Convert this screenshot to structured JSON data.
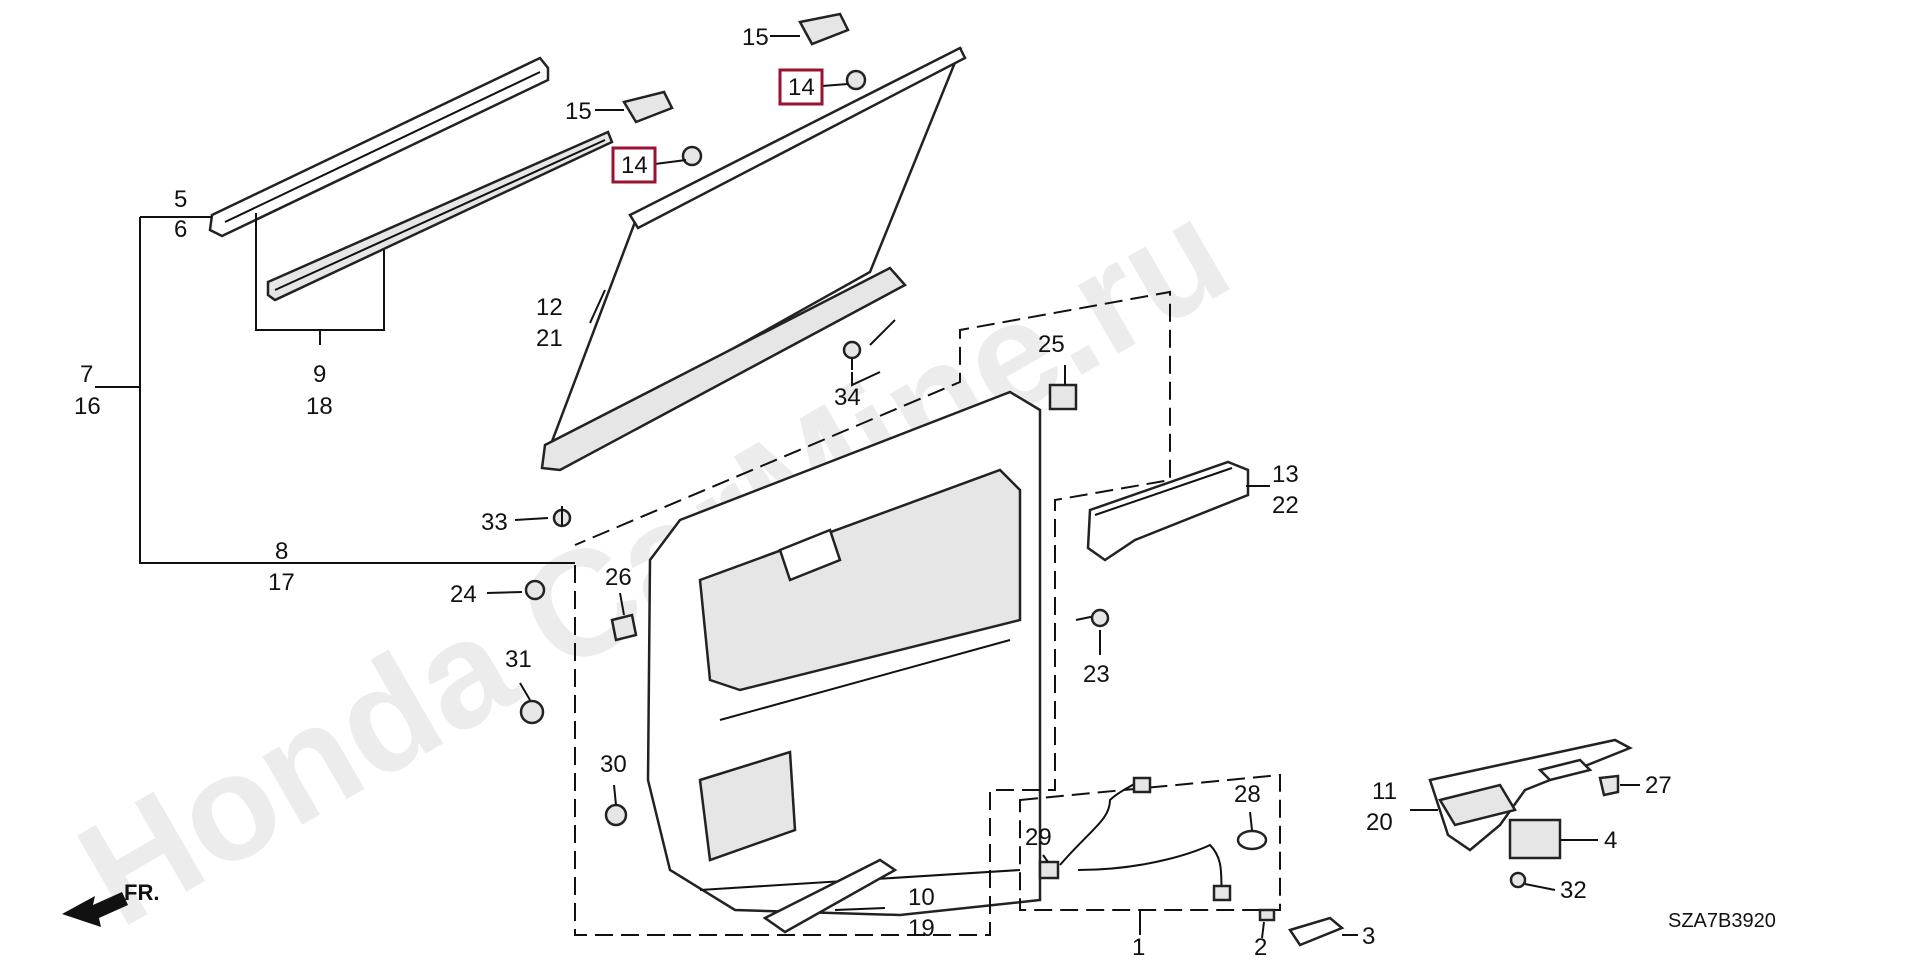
{
  "watermark": "Honda CarMine.ru",
  "diagram_code": "SZA7B3920",
  "front_indicator": "FR.",
  "callouts": {
    "c15a": "15",
    "c15b": "15",
    "c14a": "14",
    "c14b": "14",
    "c5": "5",
    "c6": "6",
    "c7": "7",
    "c16": "16",
    "c8": "8",
    "c17": "17",
    "c9": "9",
    "c18": "18",
    "c12": "12",
    "c21": "21",
    "c34": "34",
    "c25": "25",
    "c13": "13",
    "c22": "22",
    "c33": "33",
    "c24": "24",
    "c26": "26",
    "c23": "23",
    "c31": "31",
    "c30": "30",
    "c28": "28",
    "c29": "29",
    "c10": "10",
    "c19": "19",
    "c1": "1",
    "c2": "2",
    "c3": "3",
    "c11": "11",
    "c20": "20",
    "c27": "27",
    "c4": "4",
    "c32": "32"
  },
  "highlight_color": "#9b1230"
}
